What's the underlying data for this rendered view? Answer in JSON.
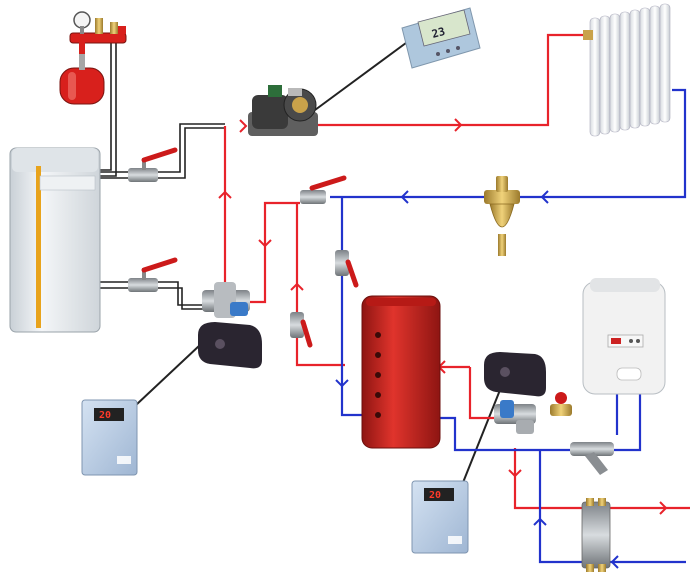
{
  "colors": {
    "supply": "#e8232b",
    "return": "#2233cc",
    "pipe_grey": "#333333",
    "tank_red": "#c8201c",
    "valve_brass": "#c9a24a",
    "handle_red": "#cc1a1a",
    "controller_blue": "#b9cde6",
    "boiler_white": "#e8ecef",
    "pump_dark": "#3a3a3a",
    "motor_dark": "#2a2530"
  },
  "components": {
    "thermostat_display": "23",
    "controller_left_display": "20",
    "controller_bottom_display": "20",
    "controller_brand_left": "",
    "controller_brand_bottom": ""
  },
  "icons": {
    "expansion_vessel": "expansion-vessel-icon",
    "boiler": "boiler-icon",
    "pump": "circulation-pump-icon",
    "radiator": "radiator-icon",
    "room_thermostat": "room-thermostat-icon",
    "air_separator": "air-separator-icon",
    "storage_tank": "storage-tank-icon",
    "mixing_valve": "three-way-mixing-valve-icon",
    "actuator": "valve-actuator-icon",
    "controller": "temperature-controller-icon",
    "solar_unit": "heat-source-unit-icon",
    "strainer": "y-strainer-icon",
    "heat_exchanger": "plate-heat-exchanger-icon",
    "ball_valve": "ball-valve-icon"
  }
}
